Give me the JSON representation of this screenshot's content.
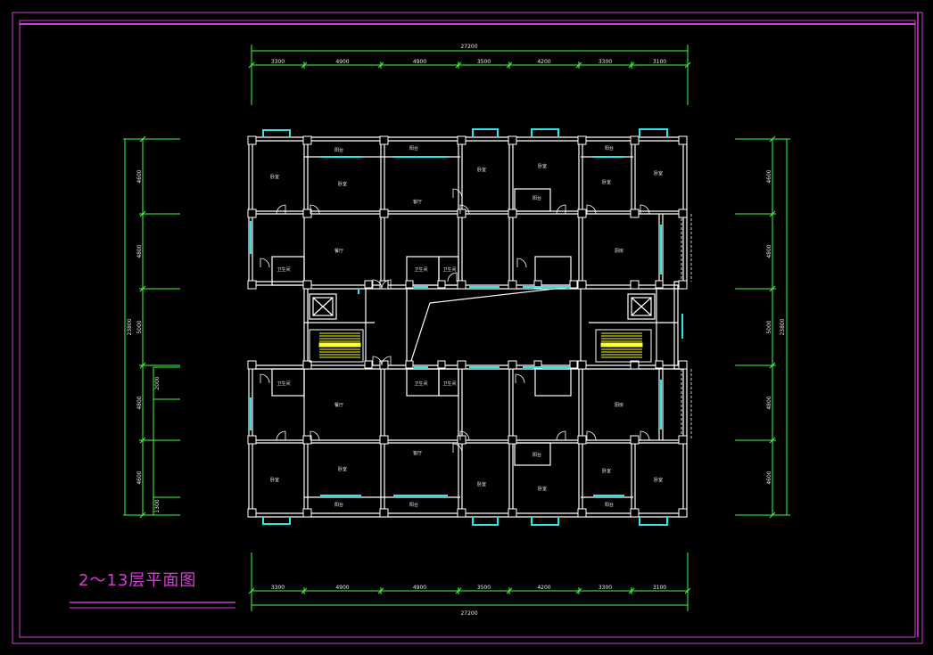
{
  "title": "2～13层平面图",
  "colors": {
    "background": "#000000",
    "frame": "#d63cd6",
    "dimension": "#3cff3c",
    "wall": "#ffffff",
    "window": "#2ee6e6",
    "stair": "#ffff33",
    "text": "#e8e8e8"
  },
  "dimensions": {
    "top_total": "27200",
    "top_segments": [
      "3300",
      "4900",
      "4900",
      "3500",
      "4200",
      "3300",
      "3100"
    ],
    "bottom_total": "27200",
    "bottom_segments": [
      "3300",
      "4900",
      "4900",
      "3500",
      "4200",
      "3300",
      "3100"
    ],
    "left_total": "23800",
    "left_segments": [
      "4600",
      "4800",
      "5000",
      "4800",
      "4600"
    ],
    "left_extra": [
      "2000",
      "1300"
    ],
    "right_total": "23800",
    "right_segments": [
      "4600",
      "4800",
      "5000",
      "4800",
      "4600"
    ]
  },
  "rooms_top": [
    "卧室",
    "卧室",
    "客厅",
    "卧室",
    "卧室",
    "卧室",
    "卧室",
    "餐厅",
    "厨房",
    "卫生间",
    "阳台",
    "阳台",
    "阳台",
    "阳台",
    "卫生间",
    "卫生间"
  ],
  "rooms_bottom": [
    "卧室",
    "卧室",
    "客厅",
    "卧室",
    "卧室",
    "卧室",
    "卧室",
    "餐厅",
    "厨房",
    "卫生间",
    "阳台",
    "阳台",
    "阳台",
    "阳台",
    "卫生间",
    "卫生间"
  ]
}
